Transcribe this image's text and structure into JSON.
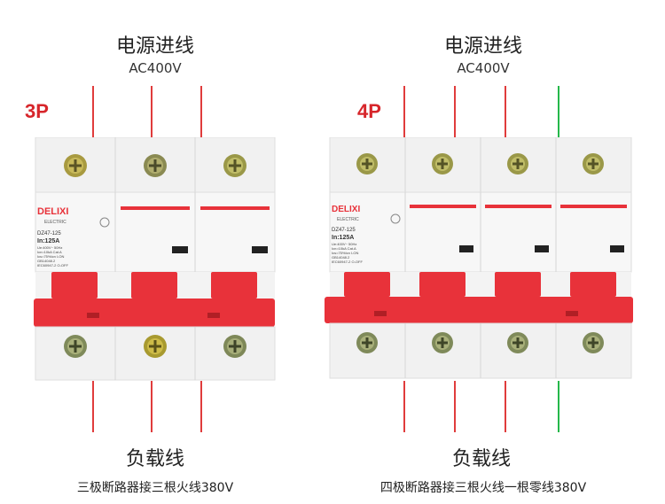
{
  "colors": {
    "live_wire": "#e03c3c",
    "neutral_wire": "#25b84a",
    "handle": "#e8323a",
    "body": "#f2f2f2"
  },
  "left": {
    "supply_title": "电源进线",
    "supply_voltage": "AC400V",
    "poles": "3P",
    "load_title": "负载线",
    "description": "三极断路器接三根火线380V",
    "breaker": {
      "brand": "DELIXI",
      "brand_sub": "ELECTRIC",
      "model": "DZ47-125",
      "rating": "In:125A",
      "spec_lines": [
        "Ue:400V~  50Hz",
        "Icn=10kA  Cat.A",
        "Ics=75%Icn  I-ON",
        "GB14048.2",
        "IEC60947-2  O-OFF"
      ],
      "poles_count": 3
    }
  },
  "right": {
    "supply_title": "电源进线",
    "supply_voltage": "AC400V",
    "poles": "4P",
    "load_title": "负载线",
    "description": "四极断路器接三根火线一根零线380V",
    "breaker": {
      "brand": "DELIXI",
      "brand_sub": "ELECTRIC",
      "model": "DZ47-125",
      "rating": "In:125A",
      "spec_lines": [
        "Ue:400V~  50Hz",
        "Icn=10kA  Cat.A",
        "Ics=75%Icn  I-ON",
        "GB14048.2",
        "IEC60947-2  O-OFF"
      ],
      "poles_count": 4
    }
  }
}
